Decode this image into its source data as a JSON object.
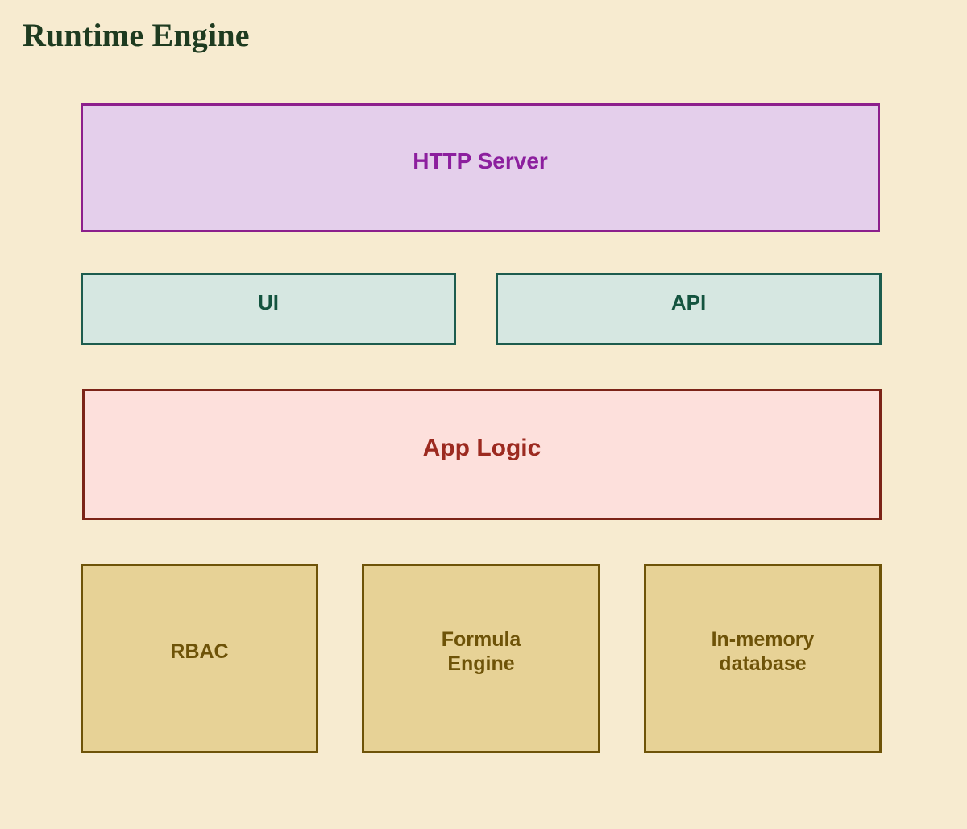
{
  "title": "Runtime Engine",
  "theme": {
    "background": "#f7ebd0",
    "title_color": "#1e3b20"
  },
  "diagram": {
    "type": "layered-architecture",
    "layers": [
      {
        "name": "http-layer",
        "nodes": [
          {
            "id": "http-server",
            "label": "HTTP Server",
            "fill": "#e4cfeb",
            "border": "#8c1f8c",
            "text_color": "#8c1f9e"
          }
        ]
      },
      {
        "name": "interface-layer",
        "nodes": [
          {
            "id": "ui",
            "label": "UI",
            "fill": "#d6e7e1",
            "border": "#1d5c4e",
            "text_color": "#14543f"
          },
          {
            "id": "api",
            "label": "API",
            "fill": "#d6e7e1",
            "border": "#1d5c4e",
            "text_color": "#14543f"
          }
        ]
      },
      {
        "name": "logic-layer",
        "nodes": [
          {
            "id": "app-logic",
            "label": "App Logic",
            "fill": "#fde0dc",
            "border": "#7c2418",
            "text_color": "#9c2a20"
          }
        ]
      },
      {
        "name": "services-layer",
        "nodes": [
          {
            "id": "rbac",
            "label": "RBAC",
            "fill": "#e7d296",
            "border": "#6e5308",
            "text_color": "#6e5308"
          },
          {
            "id": "formula-engine",
            "label": "Formula\nEngine",
            "fill": "#e7d296",
            "border": "#6e5308",
            "text_color": "#6e5308"
          },
          {
            "id": "in-memory-database",
            "label": "In-memory\ndatabase",
            "fill": "#e7d296",
            "border": "#6e5308",
            "text_color": "#6e5308"
          }
        ]
      }
    ]
  }
}
